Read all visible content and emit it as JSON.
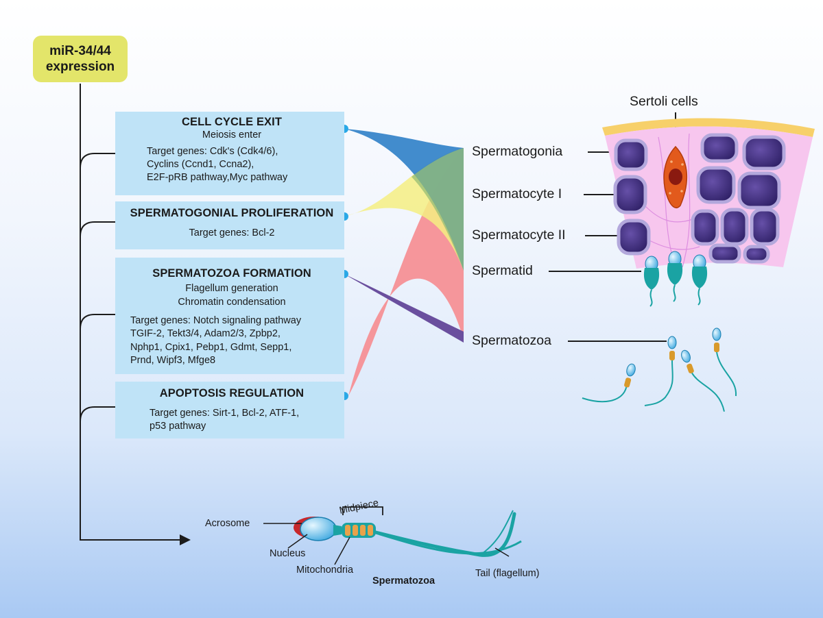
{
  "root": {
    "line1": "miR-34/44",
    "line2": "expression"
  },
  "processes": [
    {
      "title": "CELL CYCLE EXIT",
      "subtitle": [
        "Meiosis enter"
      ],
      "genes": [
        "Target genes: Cdk's (Cdk4/6),",
        "Cyclins (Ccnd1, Ccna2),",
        "E2F-pRB pathway,Myc pathway"
      ]
    },
    {
      "title": "SPERMATOGONIAL PROLIFERATION",
      "subtitle": [],
      "genes": [
        "Target genes: Bcl-2"
      ]
    },
    {
      "title": "SPERMATOZOA FORMATION",
      "subtitle": [
        "Flagellum generation",
        "Chromatin condensation"
      ],
      "genes": [
        "Target genes: Notch signaling pathway",
        "TGIF-2, Tekt3/4, Adam2/3, Zpbp2,",
        "Nphp1, Cpix1, Pebp1, Gdmt, Sepp1,",
        "Prnd, Wipf3, Mfge8"
      ]
    },
    {
      "title": "APOPTOSIS REGULATION",
      "subtitle": [],
      "genes": [
        "Target genes: Sirt-1, Bcl-2, ATF-1,",
        "p53 pathway"
      ]
    }
  ],
  "stages": [
    "Spermatogonia",
    "Spermatocyte I",
    "Spermatocyte II",
    "Spermatid",
    "Spermatozoa"
  ],
  "sertoli_label": "Sertoli cells",
  "sperm_anatomy": {
    "acrosome": "Acrosome",
    "nucleus": "Nucleus",
    "midpiece": "Midpiece",
    "mitochondria": "Mitochondria",
    "tail": "Tail (flagellum)",
    "caption": "Spermatozoa"
  },
  "colors": {
    "root": "#e3e56a",
    "box": "#bfe3f7",
    "dot": "#2aa8e6",
    "flow_cell_cycle": "#2f7fc8",
    "flow_proliferation": "#f5ee82",
    "flow_formation": "#6a4f9e",
    "flow_apoptosis": "#f59096",
    "flow_overlap": "#96bd76",
    "tissue": "#f7c6ee",
    "cell": "#3d2b7c",
    "sertoli": "#e25a1c",
    "sperm": "#1aa3a3"
  }
}
